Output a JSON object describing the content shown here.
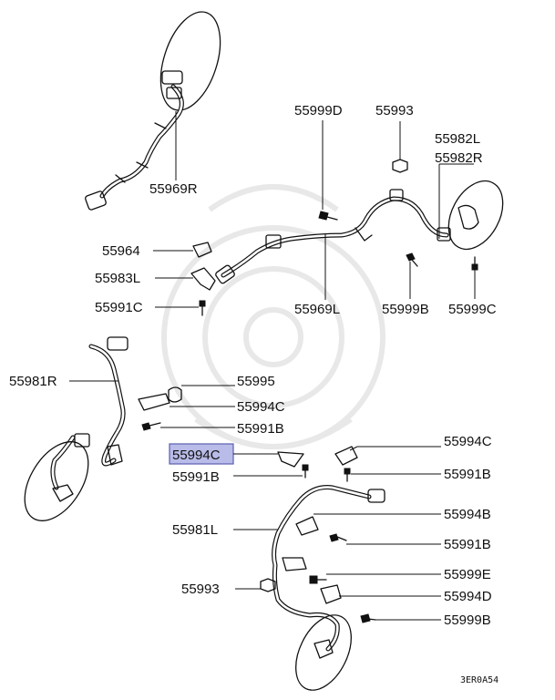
{
  "labels": {
    "p55969R": "55969R",
    "p55999D": "55999D",
    "p55993_top": "55993",
    "p55982L": "55982L",
    "p55982R": "55982R",
    "p55964": "55964",
    "p55983L": "55983L",
    "p55991C": "55991C",
    "p55969L": "55969L",
    "p55999B_top": "55999B",
    "p55999C": "55999C",
    "p55981R": "55981R",
    "p55995": "55995",
    "p55994C_a": "55994C",
    "p55991B_a": "55991B",
    "p55994C_sel": "55994C",
    "p55994C_b": "55994C",
    "p55991B_b": "55991B",
    "p55991B_c": "55991B",
    "p55981L": "55981L",
    "p55994B": "55994B",
    "p55991B_d": "55991B",
    "p55993_bot": "55993",
    "p55999E": "55999E",
    "p55994D": "55994D",
    "p55999B_bot": "55999B"
  },
  "diagram_code": "3ER0A54",
  "highlight_color": "#b9bce8"
}
